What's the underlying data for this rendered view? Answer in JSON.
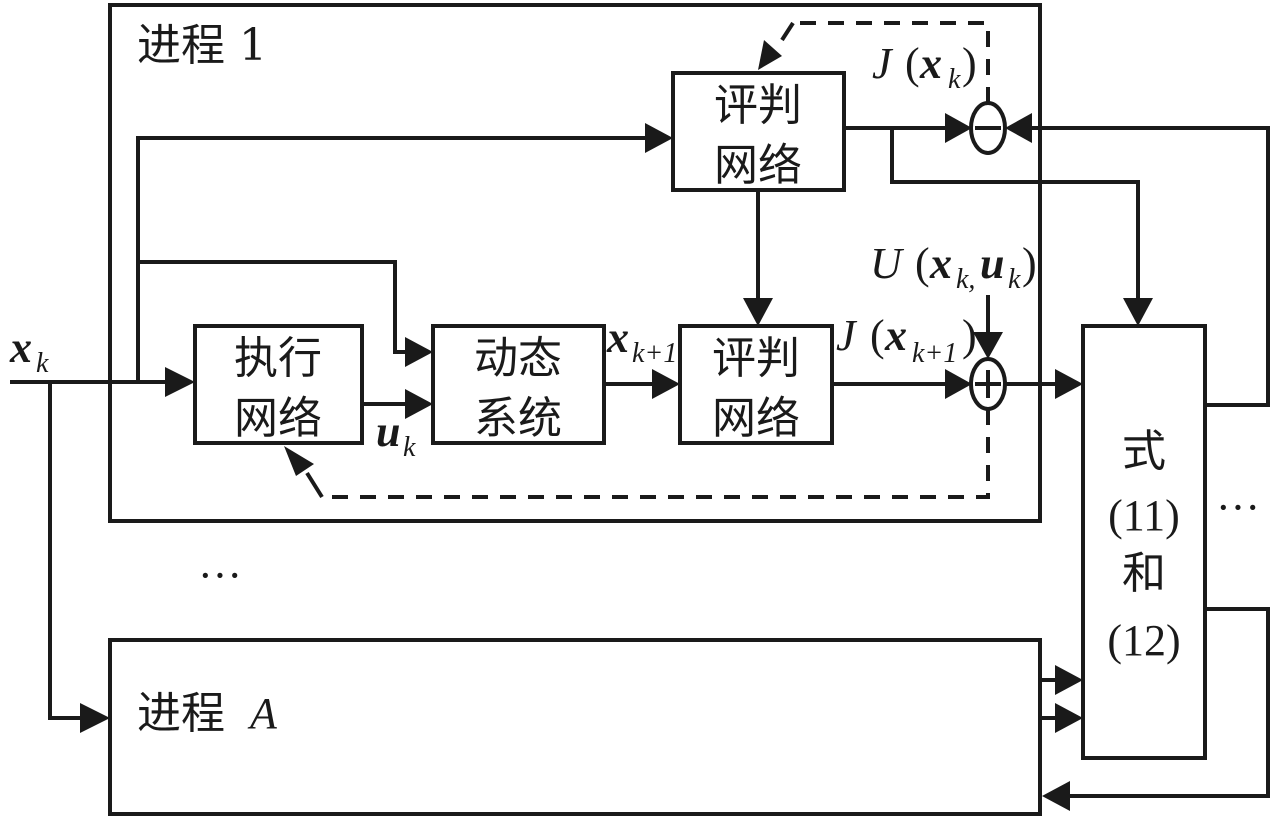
{
  "diagram": {
    "process1_label": "进程 1",
    "processA_label_zh": "进程",
    "processA_label_var": "A",
    "actor_network": [
      "执行",
      "网络"
    ],
    "dynamic_system": [
      "动态",
      "系统"
    ],
    "critic_network_top": [
      "评判",
      "网络"
    ],
    "critic_network_bottom": [
      "评判",
      "网络"
    ],
    "equation_box": [
      "式",
      "(11)",
      "和",
      "(12)"
    ],
    "ellipsis_middle": "···",
    "ellipsis_right": "···",
    "minus_symbol": "−",
    "plus_symbol": "+",
    "labels": {
      "input_x": "x",
      "input_x_sub": "k",
      "control_u": "u",
      "control_u_sub": "k",
      "next_state_x": "x",
      "next_state_x_sub": "k+1",
      "J_xk_J": "J",
      "J_xk_x": "x",
      "J_xk_sub": "k",
      "J_xk1_J": "J",
      "J_xk1_x": "x",
      "J_xk1_sub": "k+1",
      "U_U": "U",
      "U_x": "x",
      "U_x_sub": "k,",
      "U_u": "u",
      "U_u_sub": "k",
      "open_paren": "(",
      "close_paren": ")"
    }
  }
}
